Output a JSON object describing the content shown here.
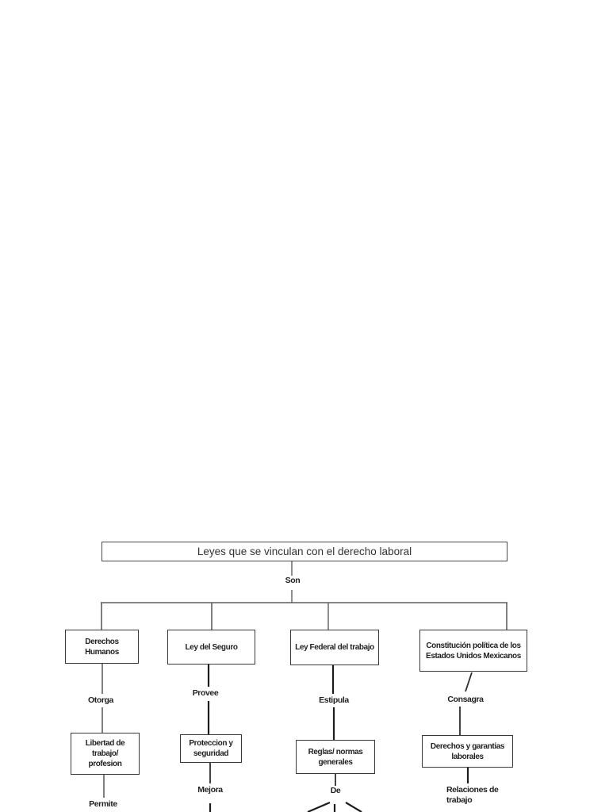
{
  "document": {
    "colors": {
      "background": "#ffffff",
      "line": "#2e2e2e",
      "line_soft": "#5f5f5f",
      "box_border": "#3a3a3a",
      "text": "#1f1f1f"
    },
    "diagram": {
      "title": "Leyes que se vinculan con el derecho laboral",
      "root_label": "Son",
      "branches": [
        {
          "law": "Derechos Humanos",
          "verb": "Otorga",
          "provision": "Libertad de trabajo/ profesion",
          "effect": "Permite"
        },
        {
          "law": "Ley del Seguro",
          "verb": "Provee",
          "provision": "Proteccion y seguridad",
          "effect": "Mejora"
        },
        {
          "law": "Ley Federal del trabajo",
          "verb": "Estipula",
          "provision": "Reglas/ normas generales",
          "effect": "De"
        },
        {
          "law": "Constitución política de los Estados Unidos Mexicanos",
          "verb": "Consagra",
          "provision": "Derechos y garantias laborales",
          "effect": "Relaciones de trabajo"
        }
      ]
    }
  }
}
